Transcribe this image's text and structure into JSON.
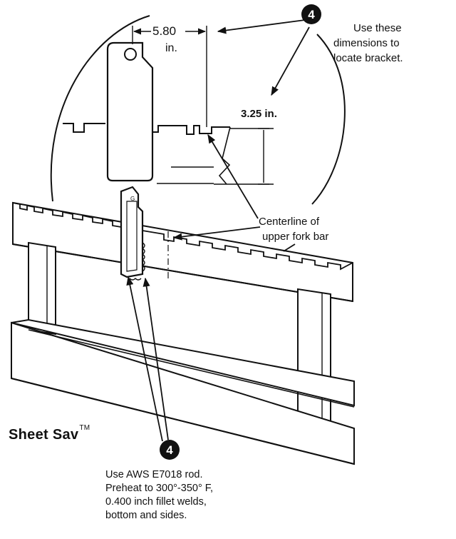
{
  "callout_number": "4",
  "dimensions": {
    "horizontal_value": "5.80",
    "horizontal_unit": "in.",
    "vertical": "3.25 in."
  },
  "notes": {
    "top_right": [
      "Use these",
      "dimensions to",
      "locate bracket."
    ],
    "centerline": [
      "Centerline of",
      "upper fork bar"
    ],
    "welding": [
      "Use AWS E7018 rod.",
      "Preheat to 300°-350° F,",
      "0.400 inch fillet welds,",
      "bottom and sides."
    ]
  },
  "brand": {
    "name": "Sheet Sav",
    "mark": "TM"
  }
}
